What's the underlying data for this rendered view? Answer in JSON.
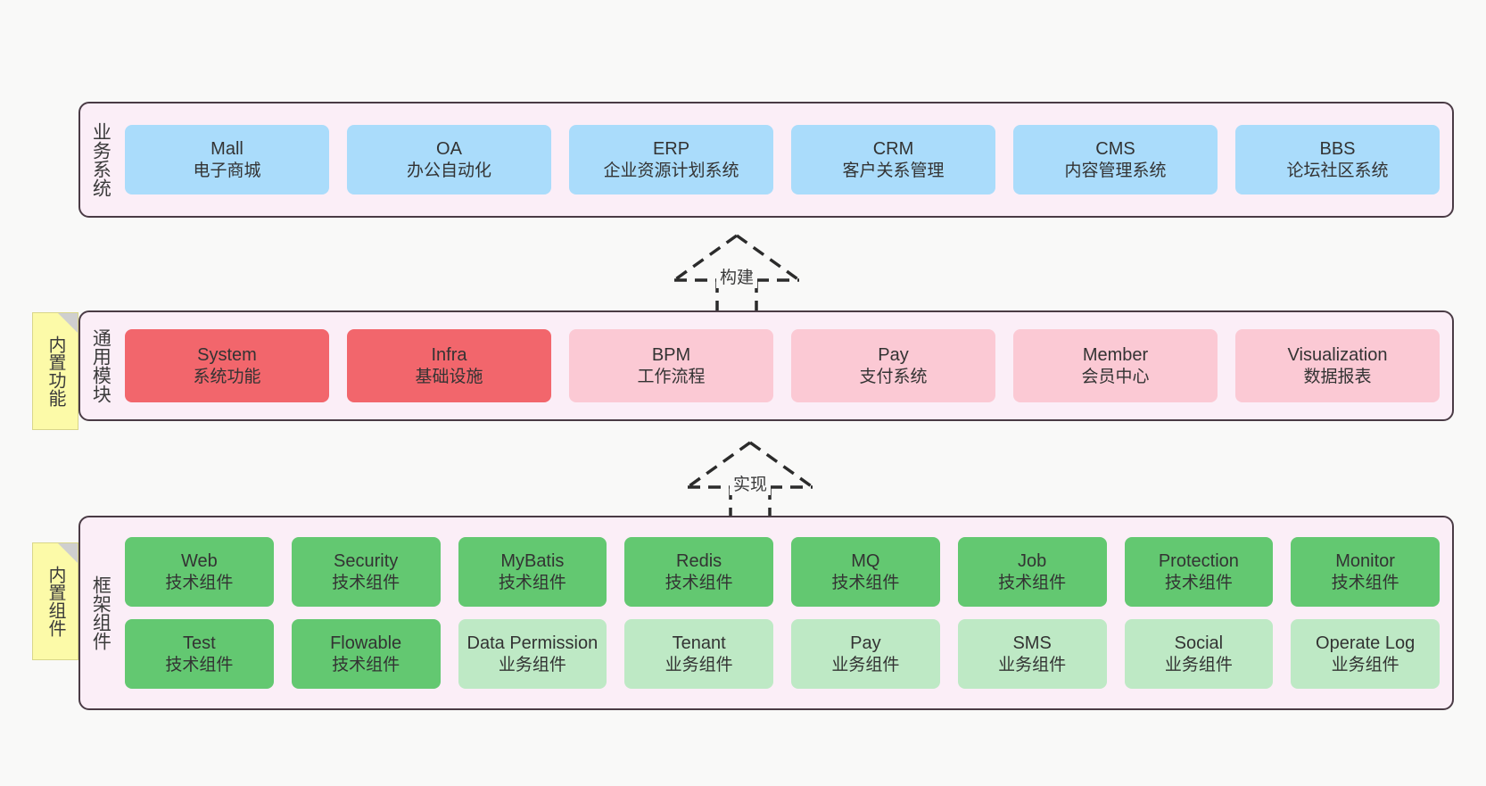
{
  "canvas": {
    "background": "#f9f9f8",
    "layer_fill": "#fbeef7",
    "layer_border": "#4a3b45"
  },
  "colors": {
    "blue": "#aadcfb",
    "red": "#f2666c",
    "pink": "#fbc9d4",
    "green": "#63c871",
    "light_green": "#bee9c5",
    "note_yellow": "#fcfaa8",
    "note_fold": "#cfcfcf"
  },
  "layers": [
    {
      "id": "business-system",
      "title": "业务系统",
      "rows": [
        {
          "nodes": [
            {
              "name": "Mall",
              "sub": "电子商城",
              "fill": "blue"
            },
            {
              "name": "OA",
              "sub": "办公自动化",
              "fill": "blue"
            },
            {
              "name": "ERP",
              "sub": "企业资源计划系统",
              "fill": "blue"
            },
            {
              "name": "CRM",
              "sub": "客户关系管理",
              "fill": "blue"
            },
            {
              "name": "CMS",
              "sub": "内容管理系统",
              "fill": "blue"
            },
            {
              "name": "BBS",
              "sub": "论坛社区系统",
              "fill": "blue"
            }
          ]
        }
      ]
    },
    {
      "id": "common-module",
      "title": "通用模块",
      "note": "内置功能",
      "rows": [
        {
          "nodes": [
            {
              "name": "System",
              "sub": "系统功能",
              "fill": "red"
            },
            {
              "name": "Infra",
              "sub": "基础设施",
              "fill": "red"
            },
            {
              "name": "BPM",
              "sub": "工作流程",
              "fill": "pink"
            },
            {
              "name": "Pay",
              "sub": "支付系统",
              "fill": "pink"
            },
            {
              "name": "Member",
              "sub": "会员中心",
              "fill": "pink"
            },
            {
              "name": "Visualization",
              "sub": "数据报表",
              "fill": "pink"
            }
          ]
        }
      ]
    },
    {
      "id": "framework-component",
      "title": "框架组件",
      "note": "内置组件",
      "rows": [
        {
          "nodes": [
            {
              "name": "Web",
              "sub": "技术组件",
              "fill": "green"
            },
            {
              "name": "Security",
              "sub": "技术组件",
              "fill": "green"
            },
            {
              "name": "MyBatis",
              "sub": "技术组件",
              "fill": "green"
            },
            {
              "name": "Redis",
              "sub": "技术组件",
              "fill": "green"
            },
            {
              "name": "MQ",
              "sub": "技术组件",
              "fill": "green"
            },
            {
              "name": "Job",
              "sub": "技术组件",
              "fill": "green"
            },
            {
              "name": "Protection",
              "sub": "技术组件",
              "fill": "green"
            },
            {
              "name": "Monitor",
              "sub": "技术组件",
              "fill": "green"
            }
          ]
        },
        {
          "nodes": [
            {
              "name": "Test",
              "sub": "技术组件",
              "fill": "green"
            },
            {
              "name": "Flowable",
              "sub": "技术组件",
              "fill": "green"
            },
            {
              "name": "Data Permission",
              "sub": "业务组件",
              "fill": "light_green"
            },
            {
              "name": "Tenant",
              "sub": "业务组件",
              "fill": "light_green"
            },
            {
              "name": "Pay",
              "sub": "业务组件",
              "fill": "light_green"
            },
            {
              "name": "SMS",
              "sub": "业务组件",
              "fill": "light_green"
            },
            {
              "name": "Social",
              "sub": "业务组件",
              "fill": "light_green"
            },
            {
              "name": "Operate Log",
              "sub": "业务组件",
              "fill": "light_green"
            }
          ]
        }
      ]
    }
  ],
  "arrows": [
    {
      "id": "build",
      "label": "构建",
      "from": "common-module",
      "to": "business-system"
    },
    {
      "id": "implement",
      "label": "实现",
      "from": "framework-component",
      "to": "common-module"
    }
  ]
}
